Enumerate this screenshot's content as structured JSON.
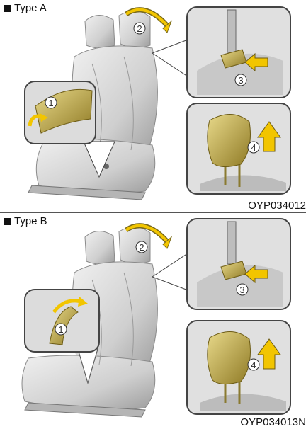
{
  "figures": [
    {
      "label": "Type A",
      "code": "OYP034012",
      "callouts": {
        "1": "1",
        "2": "2",
        "3": "3",
        "4": "4"
      }
    },
    {
      "label": "Type B",
      "code": "OYP034013N",
      "callouts": {
        "1": "1",
        "2": "2",
        "3": "3",
        "4": "4"
      }
    }
  ],
  "colors": {
    "seat": "#d9d9d9",
    "seat_shadow": "#a9a9a9",
    "headrest_gold": "#c9b35a",
    "arrow_yellow": "#f2c500",
    "frame": "#444444"
  },
  "icons": [
    "square-bullet-icon",
    "curved-arrow-icon",
    "right-arrow-icon",
    "up-arrow-icon",
    "lever-icon"
  ]
}
